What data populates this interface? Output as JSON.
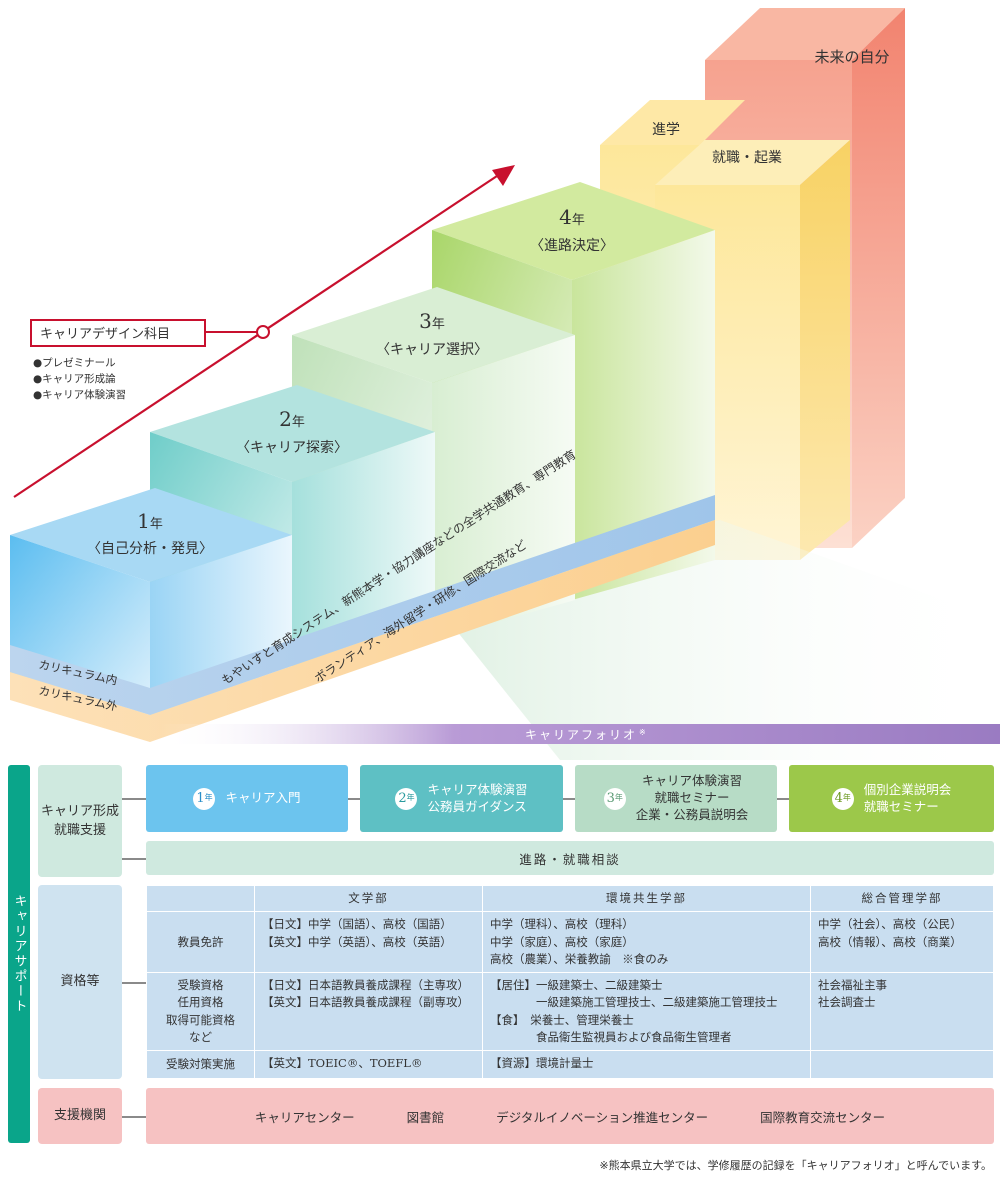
{
  "top_diagram": {
    "future_label": "未来の自分",
    "further_study_label": "進学",
    "employment_label": "就職・起業",
    "years": [
      {
        "num": "1",
        "unit": "年",
        "name": "〈自己分析・発見〉"
      },
      {
        "num": "2",
        "unit": "年",
        "name": "〈キャリア探索〉"
      },
      {
        "num": "3",
        "unit": "年",
        "name": "〈キャリア選択〉"
      },
      {
        "num": "4",
        "unit": "年",
        "name": "〈進路決定〉"
      }
    ],
    "curriculum_in_label": "カリキュラム内",
    "curriculum_out_label": "カリキュラム外",
    "curriculum_in_text": "もやいすと育成システム、新熊本学・協力講座などの全学共通教育、専門教育",
    "curriculum_out_text": "ボランティア、海外留学・研修、国際交流など",
    "portfolio_label": "キャリアフォリオ",
    "portfolio_mark": "※",
    "career_design_title": "キャリアデザイン科目",
    "career_design_items": [
      "●プレゼミナール",
      "●キャリア形成論",
      "●キャリア体験演習"
    ]
  },
  "support": {
    "side_label": "キャリアサポート",
    "career_row_label": "キャリア形成\n就職支援",
    "steps": [
      {
        "num": "1",
        "unit": "年",
        "text": "キャリア入門"
      },
      {
        "num": "2",
        "unit": "年",
        "text": "キャリア体験演習\n公務員ガイダンス"
      },
      {
        "num": "3",
        "unit": "年",
        "text": "キャリア体験演習\n就職セミナー\n企業・公務員説明会"
      },
      {
        "num": "4",
        "unit": "年",
        "text": "個別企業説明会\n就職セミナー"
      }
    ],
    "consultation_label": "進路・就職相談",
    "qualification_label": "資格等",
    "qual_table": {
      "headers": [
        "文学部",
        "環境共生学部",
        "総合管理学部"
      ],
      "rows": [
        {
          "label": "教員免許",
          "cells": [
            "【日文】中学（国語）、高校（国語）\n【英文】中学（英語）、高校（英語）",
            "中学（理科）、高校（理科）\n中学（家庭）、高校（家庭）\n高校（農業）、栄養教諭　※食のみ",
            "中学（社会）、高校（公民）\n高校（情報）、高校（商業）"
          ]
        },
        {
          "label": "受験資格\n任用資格\n取得可能資格\nなど",
          "cells": [
            "【日文】日本語教員養成課程（主専攻）\n【英文】日本語教員養成課程（副専攻）",
            "【居住】一級建築士、二級建築士\n　　　　一級建築施工管理技士、二級建築施工管理技士\n【食】　栄養士、管理栄養士\n　　　　食品衛生監視員および食品衛生管理者",
            "社会福祉主事\n社会調査士"
          ]
        },
        {
          "label": "受験対策実施",
          "cells": [
            "【英文】TOEIC®、TOEFL®",
            "【資源】環境計量士",
            ""
          ]
        }
      ]
    },
    "institutions_label": "支援機関",
    "institutions": [
      "キャリアセンター",
      "図書館",
      "デジタルイノベーション推進センター",
      "国際教育交流センター"
    ]
  },
  "footnote": "※熊本県立大学では、学修履歴の記録を「キャリアフォリオ」と呼んでいます。",
  "colors": {
    "teal": "#0aa58a",
    "red_arrow": "#c8102e",
    "year1": "#6cc4ee",
    "year2": "#5ec0c4",
    "year3": "#b7dcc6",
    "year4": "#9cc84a",
    "table_bg": "#c9def0",
    "pink": "#f6c2c2",
    "portfolio": "#9e7bc4"
  }
}
